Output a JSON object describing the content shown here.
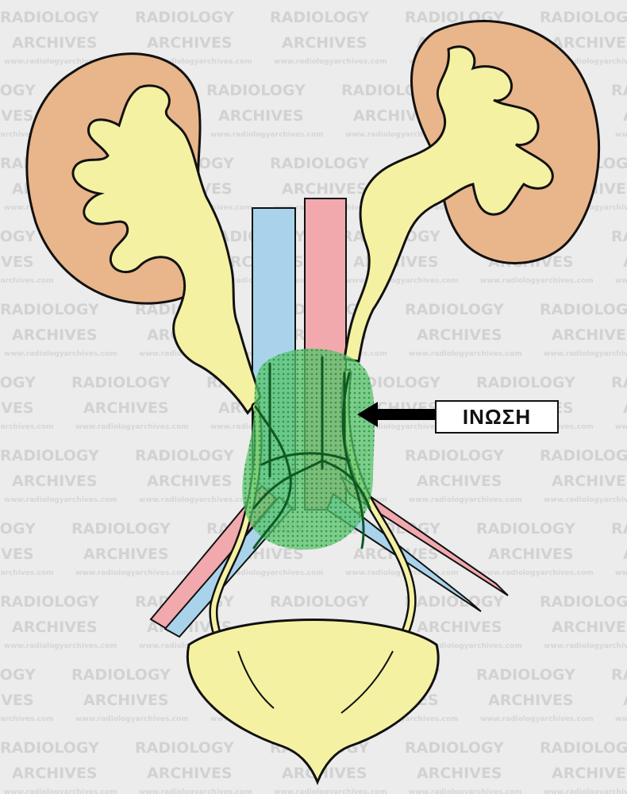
{
  "watermark": {
    "line1": "RADIOLOGY",
    "line2": "ARCHIVES",
    "url": "www.radiologyarchives.com"
  },
  "annotation": {
    "label": "ΙΝΩΣΗ",
    "pointer": "left-arrow-icon"
  },
  "colors": {
    "background": "#ececec",
    "kidney_cortex": "#e9b58a",
    "collecting_system": "#f4f2a2",
    "vein": "#a9d3ea",
    "artery": "#f1a9ad",
    "fibrosis": "#3fbf5a",
    "outline": "#111111"
  }
}
